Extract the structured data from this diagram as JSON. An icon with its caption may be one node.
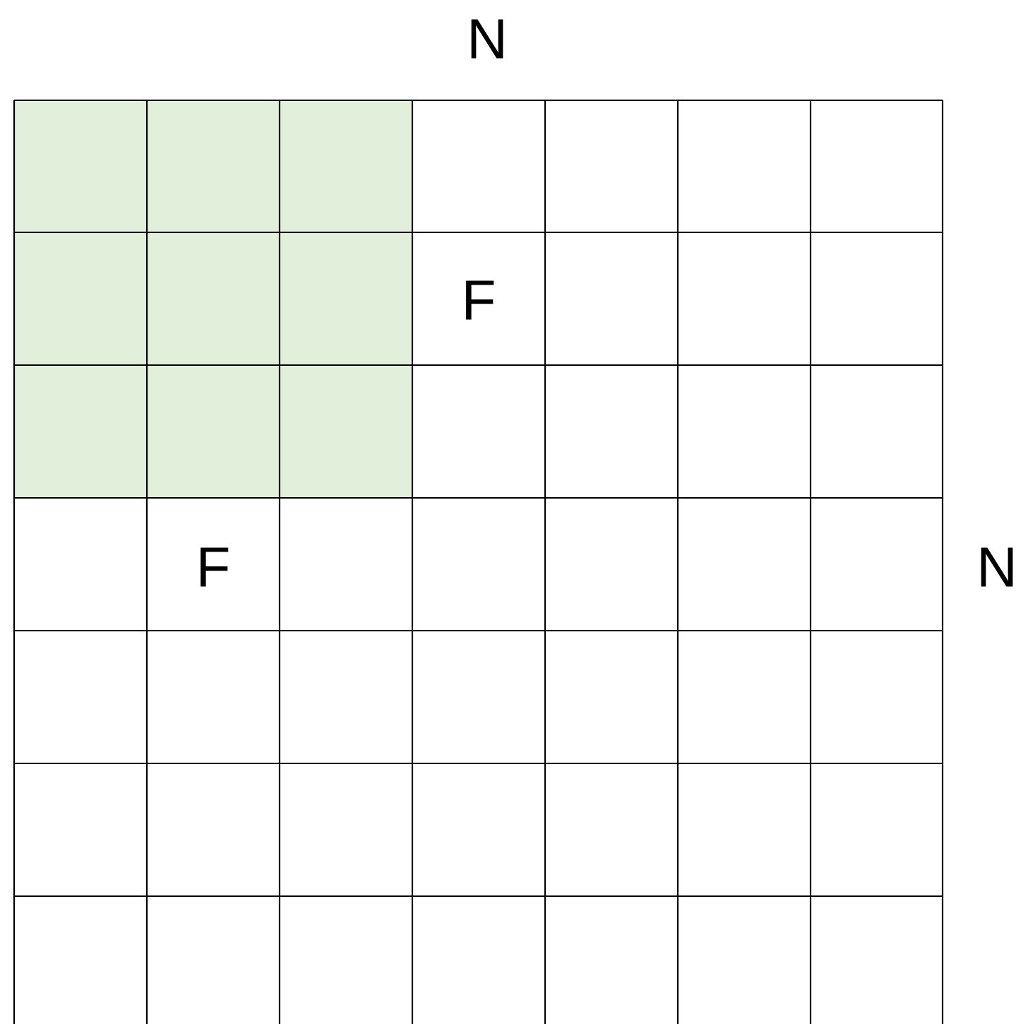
{
  "diagram": {
    "labels": [
      "N",
      "F",
      "F",
      "N"
    ]
  }
}
